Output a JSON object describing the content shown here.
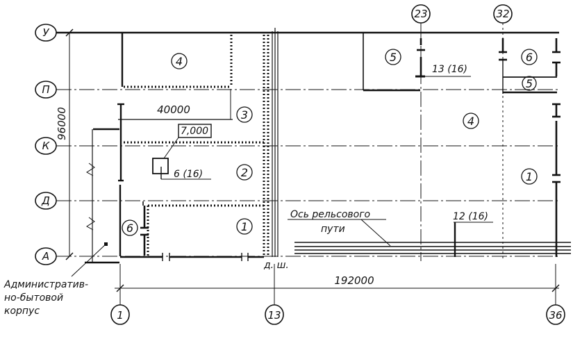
{
  "drawing": {
    "row_axes": [
      "У",
      "П",
      "К",
      "Д",
      "А"
    ],
    "column_axes": [
      "1",
      "13",
      "23",
      "32",
      "36"
    ],
    "dimensions": {
      "overall_width": "192000",
      "overall_height": "96000",
      "span_label": "40000"
    },
    "elevation_mark": "7,000",
    "zones": [
      "4",
      "3",
      "2",
      "1",
      "5",
      "4",
      "1",
      "6",
      "5",
      "6"
    ],
    "crane_labels": {
      "crane_6": "6 (16)",
      "crane_13": "13 (16)",
      "crane_12": "12 (16)"
    },
    "rail_axis_label": [
      "Ось рельсового",
      "пути"
    ],
    "joint_label": "д. ш.",
    "admin_building_label": [
      "Административ-",
      "но-бытовой",
      "корпус"
    ]
  }
}
